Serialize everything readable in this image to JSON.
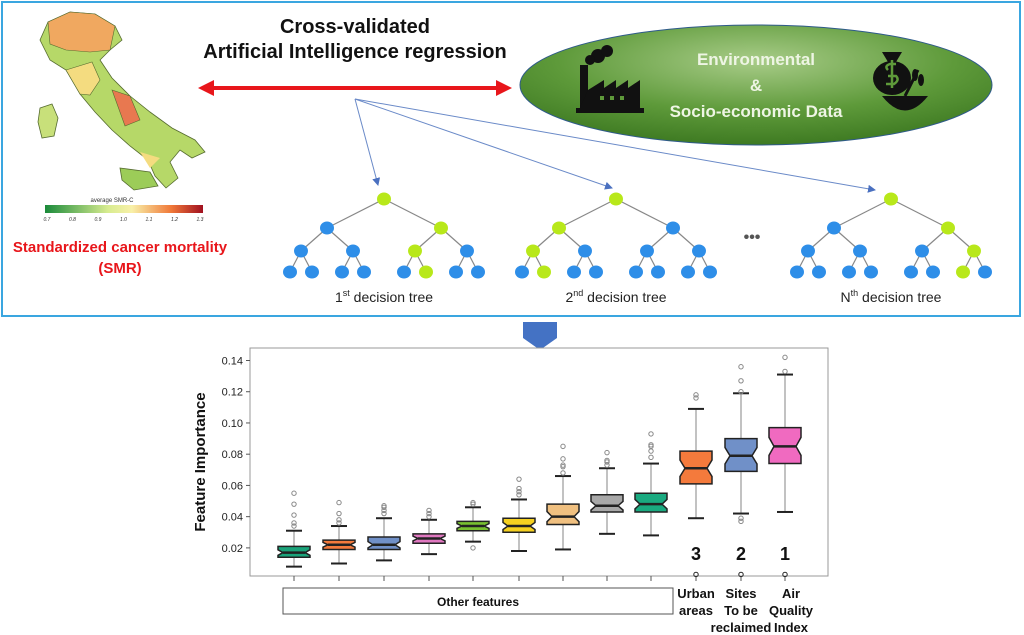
{
  "header": {
    "title_line1": "Cross-validated",
    "title_line2": "Artificial Intelligence regression"
  },
  "map": {
    "legend_title": "average SMR-C",
    "legend_ticks": [
      "0.7",
      "0.8",
      "0.9",
      "1.0",
      "1.1",
      "1.2",
      "1.3"
    ],
    "caption_line1": "Standardized cancer mortality",
    "caption_line2": "(SMR)",
    "colors": {
      "low": "#1a8a3a",
      "mid": "#f5f0a0",
      "high": "#a01020"
    }
  },
  "data_source": {
    "line1": "Environmental",
    "line2": "&",
    "line3": "Socio-economic Data",
    "icons": [
      "factory-icon",
      "money-bag-grain-icon"
    ]
  },
  "trees": [
    {
      "ordinal": "1",
      "suffix": "st",
      "label": " decision tree",
      "path": [
        1,
        2,
        5
      ]
    },
    {
      "ordinal": "2",
      "suffix": "nd",
      "label": " decision tree",
      "path": [
        0,
        0,
        1
      ]
    },
    {
      "ordinal": "N",
      "suffix": "th",
      "label": " decision tree",
      "path": [
        1,
        3,
        6
      ]
    }
  ],
  "ellipsis": "•••",
  "colors": {
    "node": "#2e8ee8",
    "highlight": "#b8e81a",
    "arrow": "#e8161b",
    "frame": "#3aa6e0",
    "ellipse": "#4e8a2e"
  },
  "chart_data": {
    "type": "box",
    "ylabel": "Feature Importance",
    "ylim": [
      0.002,
      0.148
    ],
    "yticks": [
      "0.02",
      "0.04",
      "0.06",
      "0.08",
      "0.10",
      "0.12",
      "0.14"
    ],
    "group_label": "Other features",
    "ranks": [
      "3",
      "2",
      "1"
    ],
    "top_labels": [
      [
        "Urban",
        "areas"
      ],
      [
        "Sites",
        "To be",
        "reclaimed"
      ],
      [
        "Air",
        "Quality",
        "Index"
      ]
    ],
    "series": [
      {
        "color": "#1aa37a",
        "stats": [
          0.008,
          0.014,
          0.017,
          0.021,
          0.031
        ],
        "outliers": [
          0.034,
          0.036,
          0.041,
          0.048,
          0.055
        ]
      },
      {
        "color": "#f47a3c",
        "stats": [
          0.01,
          0.019,
          0.022,
          0.025,
          0.034
        ],
        "outliers": [
          0.036,
          0.038,
          0.042,
          0.049
        ]
      },
      {
        "color": "#7090c8",
        "stats": [
          0.012,
          0.019,
          0.022,
          0.027,
          0.039
        ],
        "outliers": [
          0.042,
          0.044,
          0.046,
          0.047
        ]
      },
      {
        "color": "#e078c0",
        "stats": [
          0.016,
          0.023,
          0.026,
          0.029,
          0.038
        ],
        "outliers": [
          0.04,
          0.042,
          0.044
        ]
      },
      {
        "color": "#78c030",
        "stats": [
          0.024,
          0.031,
          0.034,
          0.037,
          0.046
        ],
        "outliers": [
          0.02,
          0.048,
          0.049
        ]
      },
      {
        "color": "#f5d020",
        "stats": [
          0.018,
          0.03,
          0.034,
          0.039,
          0.051
        ],
        "outliers": [
          0.054,
          0.056,
          0.058,
          0.064
        ]
      },
      {
        "color": "#f0c080",
        "stats": [
          0.019,
          0.035,
          0.04,
          0.048,
          0.066
        ],
        "outliers": [
          0.068,
          0.072,
          0.073,
          0.077,
          0.085
        ]
      },
      {
        "color": "#a8a8a8",
        "stats": [
          0.029,
          0.043,
          0.047,
          0.054,
          0.071
        ],
        "outliers": [
          0.073,
          0.075,
          0.076,
          0.081
        ]
      },
      {
        "color": "#1aaa80",
        "stats": [
          0.028,
          0.043,
          0.048,
          0.055,
          0.074
        ],
        "outliers": [
          0.078,
          0.082,
          0.085,
          0.086,
          0.093
        ]
      },
      {
        "color": "#f47a3c",
        "stats": [
          0.039,
          0.061,
          0.071,
          0.082,
          0.109
        ],
        "outliers": [
          0.116,
          0.118,
          0.003
        ]
      },
      {
        "color": "#7090c8",
        "stats": [
          0.042,
          0.069,
          0.079,
          0.09,
          0.119
        ],
        "outliers": [
          0.037,
          0.039,
          0.12,
          0.127,
          0.136,
          0.003
        ]
      },
      {
        "color": "#f06ac0",
        "stats": [
          0.043,
          0.074,
          0.085,
          0.097,
          0.131
        ],
        "outliers": [
          0.133,
          0.142,
          0.003
        ]
      }
    ]
  }
}
